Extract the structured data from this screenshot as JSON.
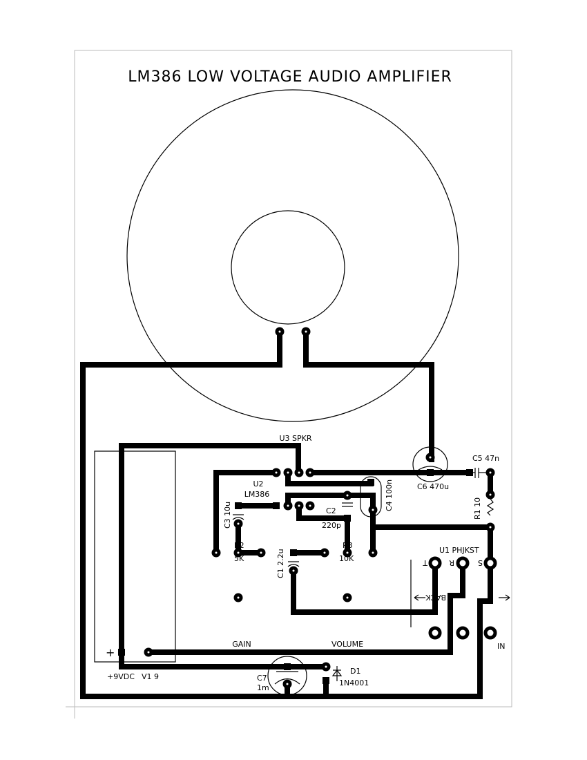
{
  "title": "LM386 LOW VOLTAGE AUDIO AMPLIFIER",
  "labels": {
    "u3": "U3  SPKR",
    "u2": "U2",
    "u2_part": "LM386",
    "c3": "C3 10u",
    "c2": "C2",
    "c2_value": "220p",
    "c4": "C4 100n",
    "c5": "C5 47n",
    "c6": "C6 470u",
    "r1": "R1 10",
    "r2": "R2",
    "r2_value": "5K",
    "r3": "R3",
    "r3_value": "10K",
    "c1": "C1 2.2u",
    "u1": "U1 PHJKST",
    "pin_t": "T",
    "pin_r": "R",
    "pin_s": "S",
    "back": "BACK",
    "in": "IN",
    "gain": "GAIN",
    "volume": "VOLUME",
    "plus": "+",
    "supply": "+9VDC",
    "v1": "V1  9",
    "c7": "C7",
    "c7_value": "1m",
    "d1": "D1",
    "d1_part": "1N4001"
  }
}
